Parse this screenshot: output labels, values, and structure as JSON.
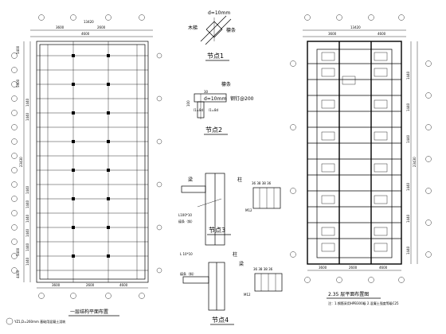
{
  "left_plan": {
    "top_dims": [
      "3600",
      "2600",
      "13420",
      "4600"
    ],
    "bottom_dims": [
      "3600",
      "2600",
      "4600"
    ],
    "left_dims": [
      "5400",
      "5400",
      "1440",
      "1440",
      "23430",
      "1440",
      "1440",
      "1440",
      "1440",
      "1440",
      "1440",
      "5400",
      "4400"
    ],
    "caption": "一层结构平面布置",
    "note": "YZ1,D=260mm 基础用混凝土浇筑"
  },
  "right_plan": {
    "top_dims": [
      "3600",
      "13420",
      "4600"
    ],
    "bottom_dims": [
      "3600",
      "2600",
      "4600"
    ],
    "right_dims": [
      "23430",
      "1440",
      "1440",
      "1440",
      "1440",
      "1440",
      "1440"
    ],
    "caption": "2.35 层平面布置图",
    "note": "注：1.钢筋采用HPB300级 2.混凝土强度等级C25"
  },
  "details": {
    "n1": {
      "title": "节点1",
      "label_a": "木梯",
      "label_b": "d=10mm",
      "label_c": "檩条"
    },
    "n2": {
      "title": "节点2",
      "label_a": "檩条",
      "label_b": "d=10mm",
      "label_c": "钢钉@200",
      "label_d": "30",
      "label_e": "100",
      "label_f": "l1=8d",
      "label_g": "l1=8d"
    },
    "n3": {
      "title": "节点3",
      "label_a": "梁",
      "label_b": "柱",
      "label_c": "L100*10",
      "label_d": "檩条（斜）",
      "label_e": "36  38  38  36",
      "label_f": "M12"
    },
    "n4": {
      "title": "节点4",
      "label_a": "L 10*10",
      "label_b": "檩条（斜）",
      "label_c": "柱",
      "label_d": "梁",
      "label_e": "36  38  38  36",
      "label_f": "M12"
    }
  }
}
